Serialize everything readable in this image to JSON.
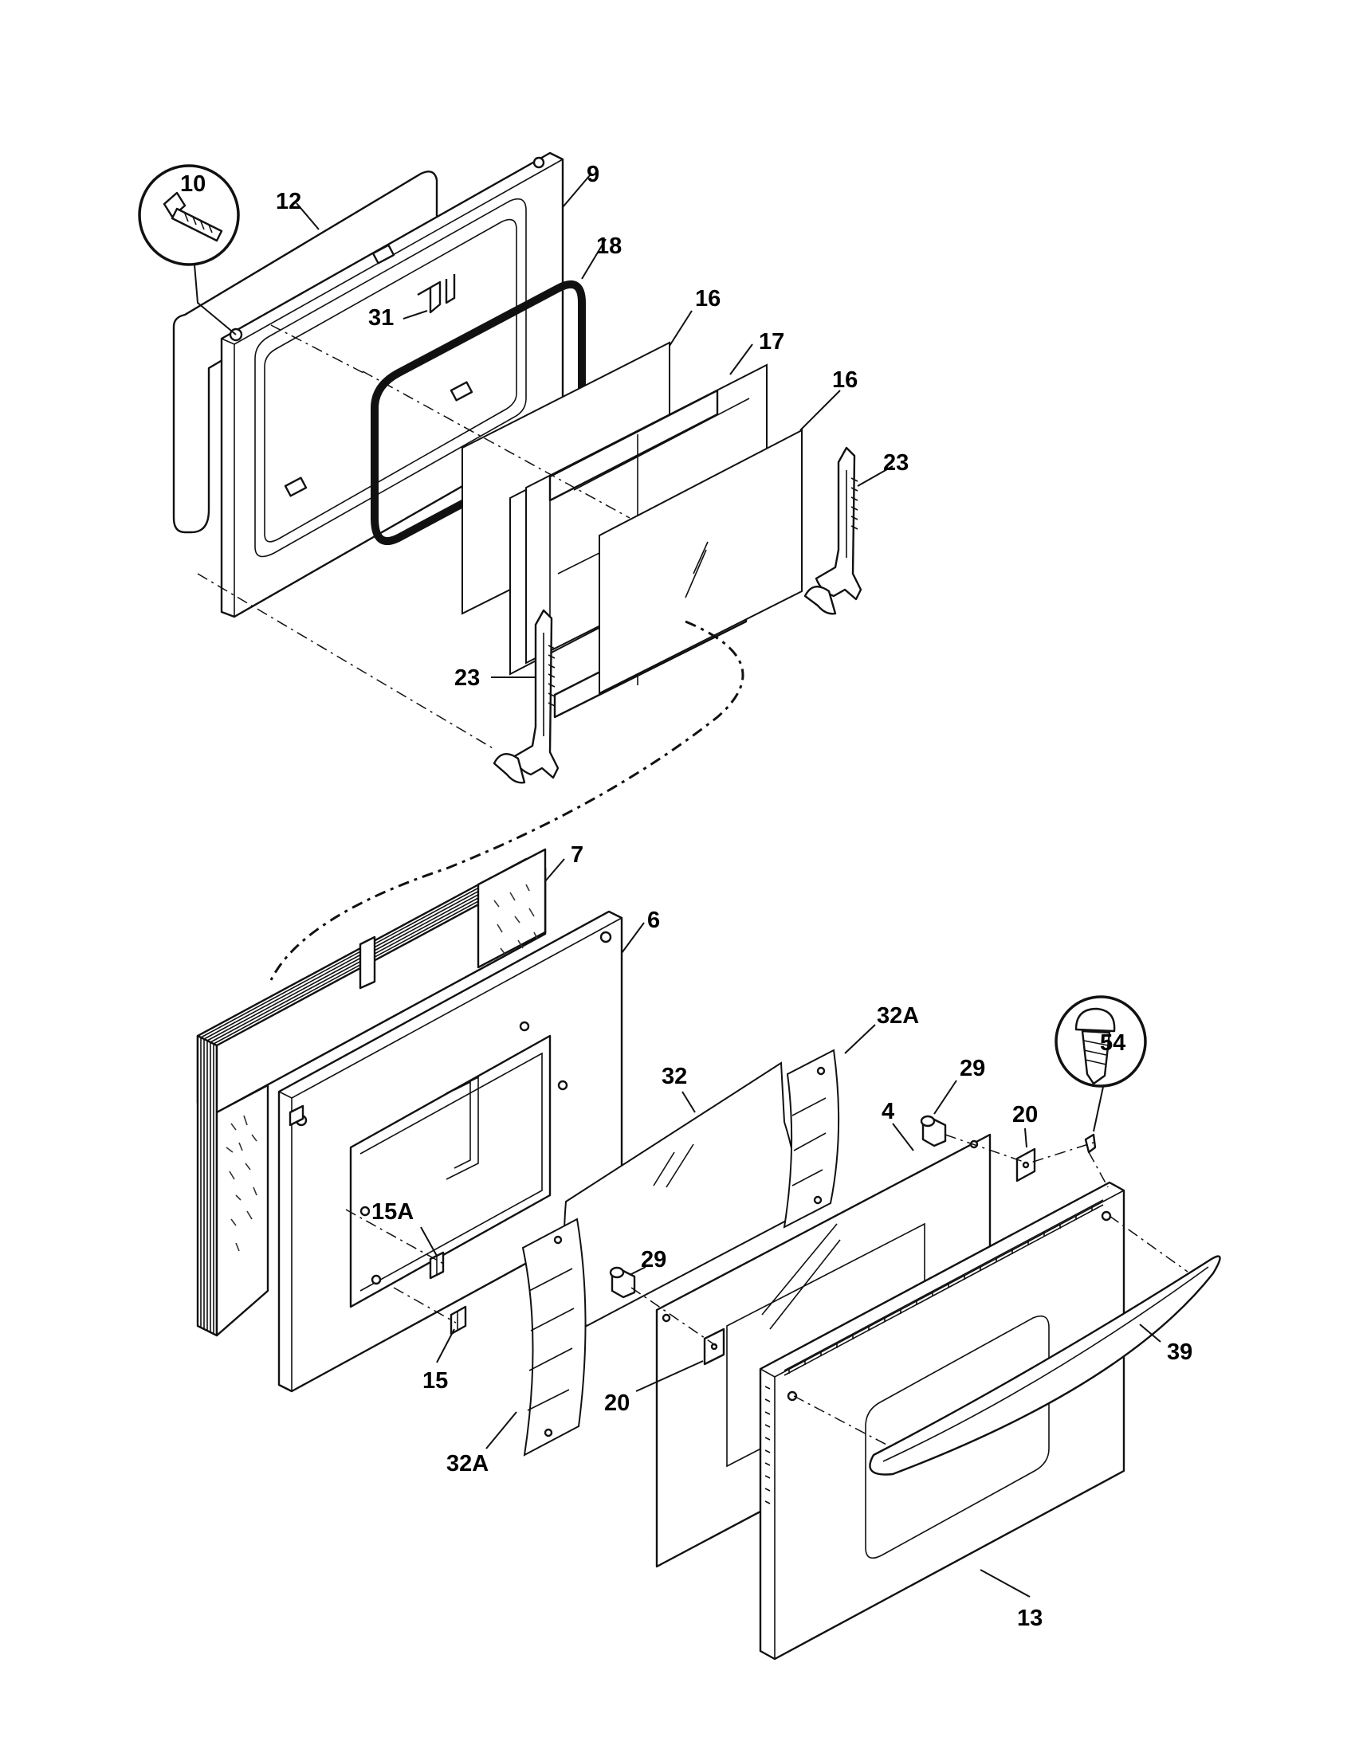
{
  "colors": {
    "ink": "#111111",
    "paper": "#ffffff"
  },
  "callouts": [
    {
      "id": "c10",
      "label": "10"
    },
    {
      "id": "c12",
      "label": "12"
    },
    {
      "id": "c9",
      "label": "9"
    },
    {
      "id": "c18",
      "label": "18"
    },
    {
      "id": "c31",
      "label": "31"
    },
    {
      "id": "c16a",
      "label": "16"
    },
    {
      "id": "c17",
      "label": "17"
    },
    {
      "id": "c16b",
      "label": "16"
    },
    {
      "id": "c23a",
      "label": "23"
    },
    {
      "id": "c23b",
      "label": "23"
    },
    {
      "id": "c7",
      "label": "7"
    },
    {
      "id": "c6",
      "label": "6"
    },
    {
      "id": "c32A_top",
      "label": "32A"
    },
    {
      "id": "c32",
      "label": "32"
    },
    {
      "id": "c29a",
      "label": "29"
    },
    {
      "id": "c54",
      "label": "54"
    },
    {
      "id": "c20a",
      "label": "20"
    },
    {
      "id": "c4",
      "label": "4"
    },
    {
      "id": "c15A",
      "label": "15A"
    },
    {
      "id": "c29b",
      "label": "29"
    },
    {
      "id": "c39",
      "label": "39"
    },
    {
      "id": "c15",
      "label": "15"
    },
    {
      "id": "c20b",
      "label": "20"
    },
    {
      "id": "c32A_bot",
      "label": "32A"
    },
    {
      "id": "c13",
      "label": "13"
    }
  ]
}
